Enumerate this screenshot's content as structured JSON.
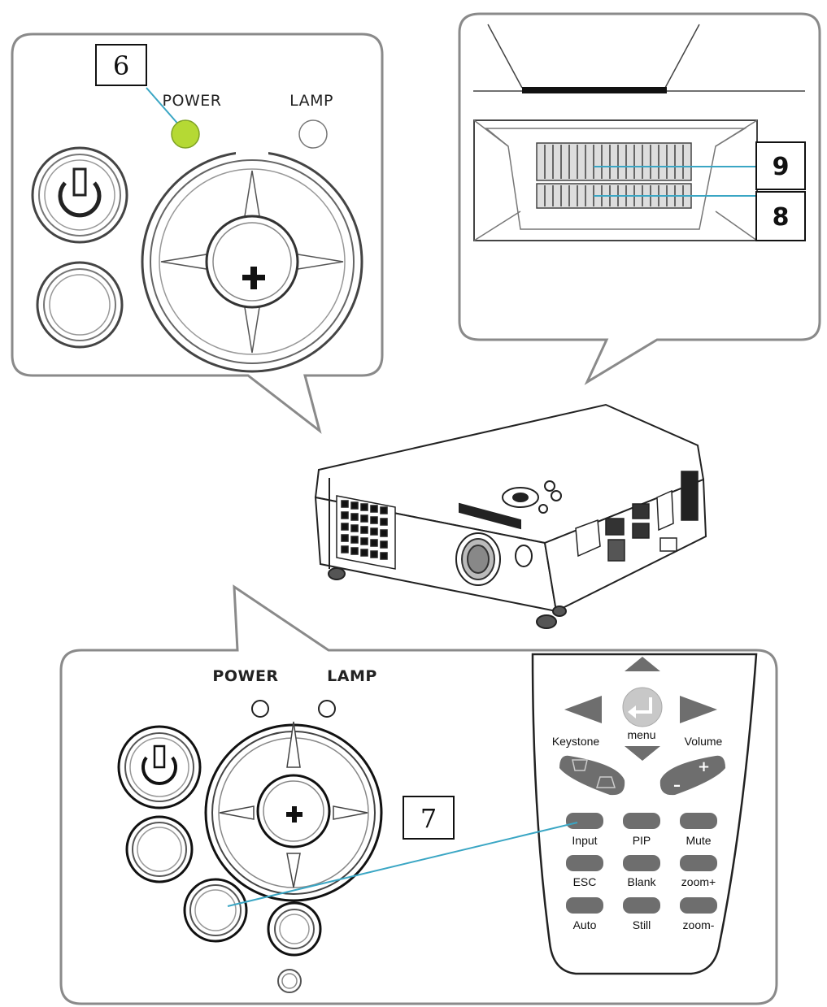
{
  "panel_top_left": {
    "callout": "6",
    "power_label": "POWER",
    "lamp_label": "LAMP",
    "power_led_color": "#b5d934"
  },
  "panel_top_right": {
    "callout_upper": "9",
    "callout_lower": "8"
  },
  "panel_bottom": {
    "callout": "7",
    "power_label": "POWER",
    "lamp_label": "LAMP",
    "remote": {
      "keystone_label": "Keystone",
      "menu_label": "menu",
      "volume_label": "Volume",
      "buttons": [
        {
          "label": "Input"
        },
        {
          "label": "PIP"
        },
        {
          "label": "Mute"
        },
        {
          "label": "ESC"
        },
        {
          "label": "Blank"
        },
        {
          "label": "zoom+"
        },
        {
          "label": "Auto"
        },
        {
          "label": "Still"
        },
        {
          "label": "zoom-"
        }
      ]
    }
  },
  "colors": {
    "leader_line": "#3aa6c4",
    "remote_button": "#6e6e6e",
    "outline": "#888888"
  }
}
